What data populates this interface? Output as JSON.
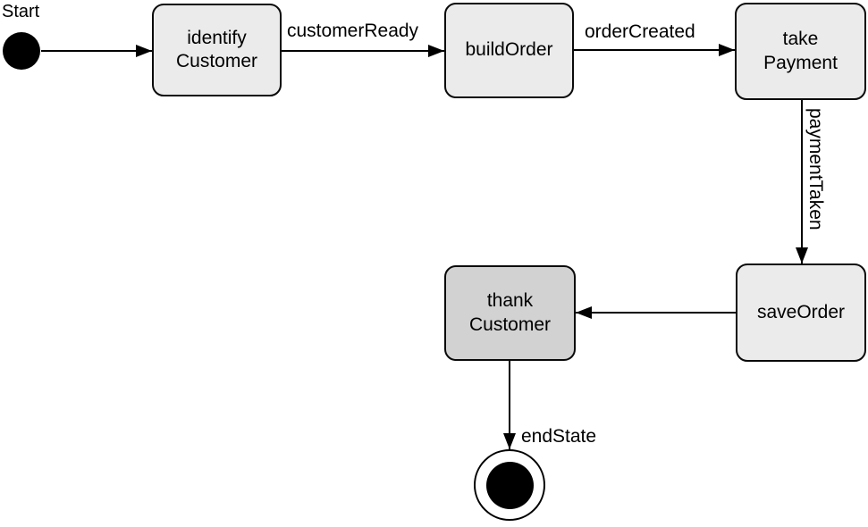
{
  "diagram_type": "state-diagram",
  "colors": {
    "background": "#ffffff",
    "state_fill": "#ebebeb",
    "state_fill_highlight": "#d2d2d2",
    "stroke": "#000000",
    "text": "#000000"
  },
  "start": {
    "label": "Start"
  },
  "end": {
    "label": "endState"
  },
  "states": [
    {
      "id": "identifyCustomer",
      "label": "identify Customer"
    },
    {
      "id": "buildOrder",
      "label": "buildOrder"
    },
    {
      "id": "takePayment",
      "label": "take Payment"
    },
    {
      "id": "saveOrder",
      "label": "saveOrder"
    },
    {
      "id": "thankCustomer",
      "label": "thank Customer",
      "highlighted": true
    }
  ],
  "transitions": [
    {
      "from": "Start",
      "to": "identifyCustomer",
      "label": ""
    },
    {
      "from": "identifyCustomer",
      "to": "buildOrder",
      "label": "customerReady"
    },
    {
      "from": "buildOrder",
      "to": "takePayment",
      "label": "orderCreated"
    },
    {
      "from": "takePayment",
      "to": "saveOrder",
      "label": "paymentTaken"
    },
    {
      "from": "saveOrder",
      "to": "thankCustomer",
      "label": ""
    },
    {
      "from": "thankCustomer",
      "to": "endState",
      "label": ""
    }
  ]
}
